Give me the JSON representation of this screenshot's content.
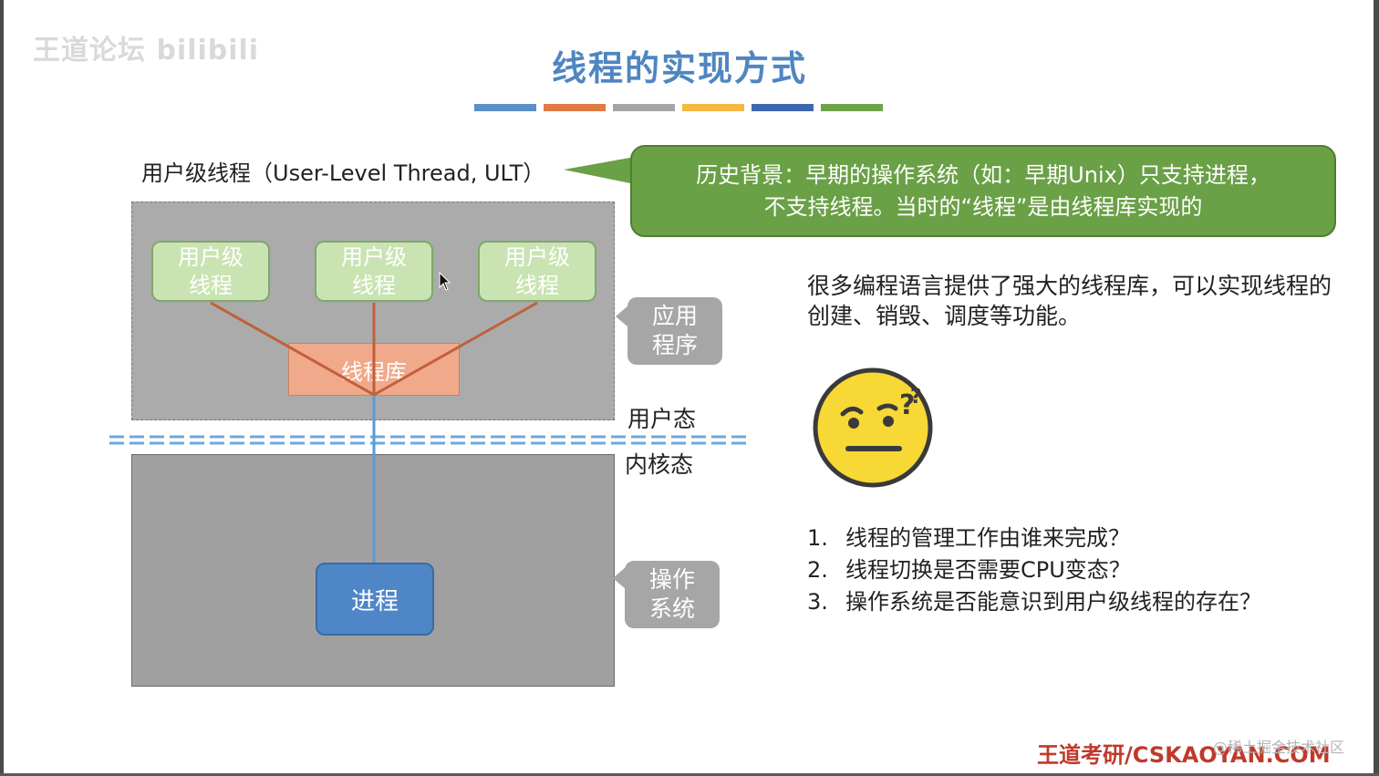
{
  "watermark": "王道论坛 bilibili",
  "title": "线程的实现方式",
  "colors": {
    "title": "#4f86c0",
    "bars": [
      "#5b8fc9",
      "#e07b45",
      "#a5a5a5",
      "#f4b942",
      "#3e67b1",
      "#6fa34a"
    ],
    "callout_bg": "#6aa046",
    "ult_fill": "#c9e4b2",
    "lib_fill": "#f0a98a",
    "process_fill": "#4f86c7",
    "link_line": "#c0603a",
    "kernel_link": "#5b9bd5",
    "boundary_line": "#6fa8dc",
    "brand": "#c0392b"
  },
  "ult_heading": "用户级线程（User-Level Thread, ULT）",
  "callout": {
    "line1": "历史背景：早期的操作系统（如：早期Unix）只支持进程，",
    "line2": "不支持线程。当时的“线程”是由线程库实现的"
  },
  "diagram": {
    "ult_boxes": [
      {
        "line1": "用户级",
        "line2": "线程"
      },
      {
        "line1": "用户级",
        "line2": "线程"
      },
      {
        "line1": "用户级",
        "line2": "线程"
      }
    ],
    "thread_library": "线程库",
    "process": "进程",
    "app_tag": {
      "line1": "应用",
      "line2": "程序"
    },
    "os_tag": {
      "line1": "操作",
      "line2": "系统"
    },
    "user_mode": "用户态",
    "kernel_mode": "内核态"
  },
  "description": "很多编程语言提供了强大的线程库，可以实现线程的创建、销毁、调度等功能。",
  "emoji_icon": "thinking-face-icon",
  "questions": [
    {
      "num": "1.",
      "text": "线程的管理工作由谁来完成？"
    },
    {
      "num": "2.",
      "text": "线程切换是否需要CPU变态？"
    },
    {
      "num": "3.",
      "text": "操作系统是否能意识到用户级线程的存在？"
    }
  ],
  "footer": {
    "brand": "王道考研/CSKAOYAN.COM",
    "watermark": "@稀土掘金技术社区"
  }
}
